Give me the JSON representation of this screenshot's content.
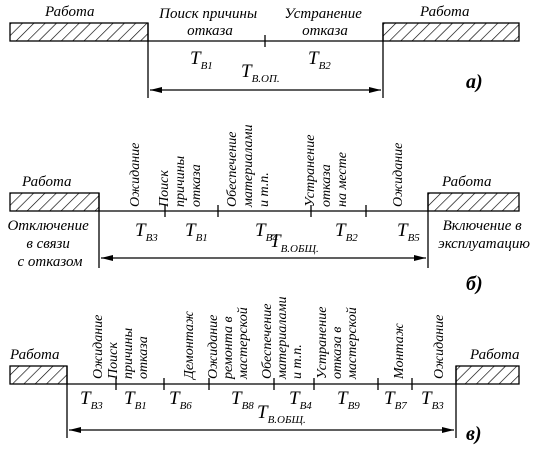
{
  "work_label": "Работа",
  "diagram_a": {
    "search_label": [
      "Поиск причины",
      "отказа"
    ],
    "fix_label": [
      "Устранение",
      "отказа"
    ],
    "t_search": {
      "sym": "T",
      "sub": "В1"
    },
    "t_fix": {
      "sym": "T",
      "sub": "В2"
    },
    "t_total": {
      "sym": "T",
      "sub": "В.ОП."
    },
    "panel": "а)"
  },
  "diagram_b": {
    "vertical_labels": [
      [
        "Ожидание"
      ],
      [
        "Поиск",
        "причины",
        "отказа"
      ],
      [
        "Обеспечение",
        "материалами",
        "и т.п."
      ],
      [
        "Устранение",
        "отказа",
        "на месте"
      ],
      [
        "Ожидание"
      ]
    ],
    "segments": [
      {
        "sym": "T",
        "sub": "В3"
      },
      {
        "sym": "T",
        "sub": "В1"
      },
      {
        "sym": "T",
        "sub": "В4"
      },
      {
        "sym": "T",
        "sub": "В2"
      },
      {
        "sym": "T",
        "sub": "В5"
      }
    ],
    "t_total": {
      "sym": "T",
      "sub": "В.ОБЩ."
    },
    "off_label": [
      "Отключение",
      "в связи",
      "с отказом"
    ],
    "on_label": [
      "Включение в",
      "эксплуатацию"
    ],
    "panel": "б)"
  },
  "diagram_c": {
    "vertical_labels": [
      [
        "Ожидание"
      ],
      [
        "Поиск",
        "причины",
        "отказа"
      ],
      [
        "Демонтаж"
      ],
      [
        "Ожидание",
        "ремонта в",
        "мастерской"
      ],
      [
        "Обеспечение",
        "материалами",
        "и т.п."
      ],
      [
        "Устранение",
        "отказа в",
        "мастерской"
      ],
      [
        "Монтаж"
      ],
      [
        "Ожидание"
      ]
    ],
    "segments": [
      {
        "sym": "T",
        "sub": "В3"
      },
      {
        "sym": "T",
        "sub": "В1"
      },
      {
        "sym": "T",
        "sub": "В6"
      },
      {
        "sym": "T",
        "sub": "В8"
      },
      {
        "sym": "T",
        "sub": "В4"
      },
      {
        "sym": "T",
        "sub": "В9"
      },
      {
        "sym": "T",
        "sub": "В7"
      },
      {
        "sym": "T",
        "sub": "В3"
      }
    ],
    "t_total": {
      "sym": "T",
      "sub": "В.ОБЩ."
    },
    "panel": "в)"
  }
}
